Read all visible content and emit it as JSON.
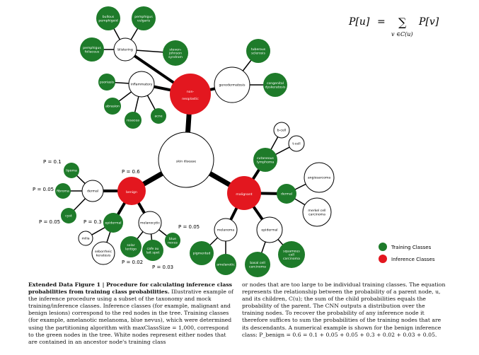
{
  "equation": {
    "lhs": "P[u]",
    "equals": "=",
    "sigma": "∑",
    "rhs": "P[v]",
    "subscript": "v ∈C(u)"
  },
  "nodes": [
    {
      "id": "skin",
      "label": "skin disease",
      "type": "white"
    },
    {
      "id": "nonneo",
      "label": "non-\nneoplastic",
      "type": "red"
    },
    {
      "id": "benign",
      "label": "benign",
      "type": "red"
    },
    {
      "id": "malignant",
      "label": "malignant",
      "type": "red"
    },
    {
      "id": "blistering",
      "label": "blistering",
      "type": "white"
    },
    {
      "id": "bullous",
      "label": "bullous\npemphigoid",
      "type": "green"
    },
    {
      "id": "pvulg",
      "label": "pemphigus\nvulgaris",
      "type": "green"
    },
    {
      "id": "pfol",
      "label": "pemphigus\nfoliaceus",
      "type": "green"
    },
    {
      "id": "inflammatory",
      "label": "inflammatory",
      "type": "white"
    },
    {
      "id": "sjs",
      "label": "steven-\njohnson\nsyndrom",
      "type": "green"
    },
    {
      "id": "psoriasis",
      "label": "psoriasis",
      "type": "green"
    },
    {
      "id": "abrasion",
      "label": "abrasion",
      "type": "green"
    },
    {
      "id": "rosacea",
      "label": "rosacea",
      "type": "green"
    },
    {
      "id": "acne",
      "label": "acne",
      "type": "green"
    },
    {
      "id": "geno",
      "label": "genodermatosis",
      "type": "white"
    },
    {
      "id": "tuberous",
      "label": "tuberous\nsclerosis",
      "type": "green"
    },
    {
      "id": "congenital",
      "label": "congenital\ndyskeratosis",
      "type": "green"
    },
    {
      "id": "dermalb",
      "label": "dermal",
      "type": "white"
    },
    {
      "id": "lipoma",
      "label": "lipoma",
      "type": "green"
    },
    {
      "id": "fibroma",
      "label": "fibroma",
      "type": "green"
    },
    {
      "id": "cyst",
      "label": "cyst",
      "type": "green"
    },
    {
      "id": "epidermalb",
      "label": "epidermal",
      "type": "green"
    },
    {
      "id": "milia",
      "label": "milia",
      "type": "white"
    },
    {
      "id": "sebk",
      "label": "seborrheic\nkeratosis",
      "type": "white"
    },
    {
      "id": "melanocytic",
      "label": "melanocytic",
      "type": "white"
    },
    {
      "id": "solar",
      "label": "solar\nlentigo",
      "type": "green"
    },
    {
      "id": "cafe",
      "label": "cafe au\nlait spot",
      "type": "green"
    },
    {
      "id": "bluenevus",
      "label": "blue\nnevus",
      "type": "green"
    },
    {
      "id": "cutlymph",
      "label": "cutaneous\nlymphoma",
      "type": "green"
    },
    {
      "id": "bcell",
      "label": "b-cell",
      "type": "white"
    },
    {
      "id": "tcell",
      "label": "t-cell",
      "type": "white"
    },
    {
      "id": "dermalm",
      "label": "dermal",
      "type": "green"
    },
    {
      "id": "angiosarcoma",
      "label": "angiosarcoma",
      "type": "white"
    },
    {
      "id": "merkel",
      "label": "merkel cell\ncarcinoma",
      "type": "white"
    },
    {
      "id": "melanoma",
      "label": "melanoma",
      "type": "white"
    },
    {
      "id": "pigmented",
      "label": "pigmented",
      "type": "green"
    },
    {
      "id": "amelanotic",
      "label": "amelanotic",
      "type": "green"
    },
    {
      "id": "epidermalm",
      "label": "epidermal",
      "type": "white"
    },
    {
      "id": "bcc",
      "label": "basal cell\ncarcinoma",
      "type": "green"
    },
    {
      "id": "scc",
      "label": "squamous\ncell\ncarcinoma",
      "type": "green"
    }
  ],
  "probabilities": [
    {
      "label": "P = 0.1"
    },
    {
      "label": "P = 0.05"
    },
    {
      "label": "P = 0.05"
    },
    {
      "label": "P = 0.3"
    },
    {
      "label": "P = 0.6"
    },
    {
      "label": "P = 0.05"
    },
    {
      "label": "P = 0.02"
    },
    {
      "label": "P = 0.03"
    }
  ],
  "legend": {
    "training": {
      "label": "Training Classes",
      "color": "#1e7b2a"
    },
    "inference": {
      "label": "Inference Classes",
      "color": "#e3171f"
    }
  },
  "caption": {
    "left_title": "Extended Data Figure 1 | Procedure for calculating inference class probabilities from training class probabilities.",
    "left_body": " Illustrative example of the inference procedure using a subset of the taxonomy and mock training/inference classes. Inference classes (for example, malignant and benign lesions) correspond to the red nodes in the tree. Training classes (for example, amelanotic melanoma, blue nevus), which were determined using the partitioning algorithm with maxClassSize = 1,000, correspond to the green nodes in the tree. White nodes represent either nodes that are contained in an ancestor node's training class",
    "right_body": "or nodes that are too large to be individual training classes. The equation represents the relationship between the probability of a parent node, u, and its children, C(u); the sum of the child probabilities equals the probability of the parent. The CNN outputs a distribution over the training nodes. To recover the probability of any inference node it therefore suffices to sum the probabilities of the training nodes that are its descendants. A numerical example is shown for the benign inference class: P_benign = 0.6 = 0.1 + 0.05 + 0.05 + 0.3 + 0.02 + 0.03 + 0.05."
  }
}
